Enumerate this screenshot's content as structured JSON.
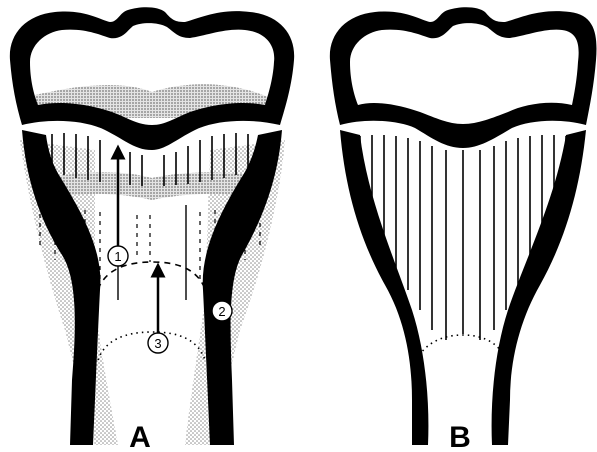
{
  "figure": {
    "panels": [
      {
        "label": "A",
        "markers": [
          "1",
          "2",
          "3"
        ]
      },
      {
        "label": "B"
      }
    ]
  },
  "colors": {
    "ink": "#000000",
    "stipple": "#9a9a9a",
    "background": "#ffffff"
  }
}
